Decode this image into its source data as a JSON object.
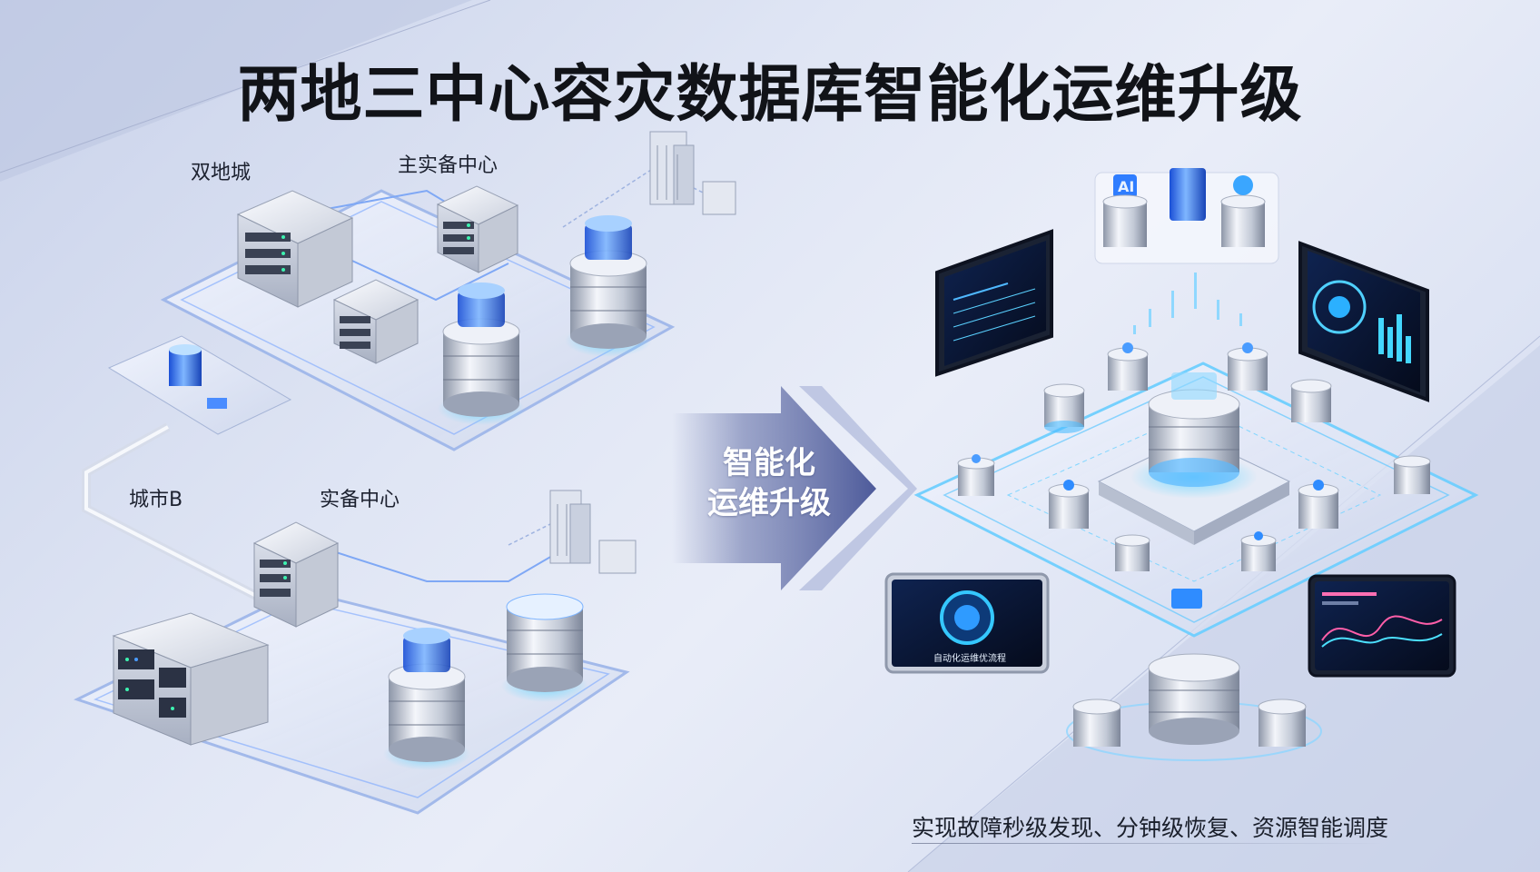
{
  "title": "两地三中心容灾数据库智能化运维升级",
  "left": {
    "city_a_label": "双地城",
    "main_center_label": "主实备中心",
    "city_b_label": "城市B",
    "backup_center_label": "实备中心"
  },
  "arrow": {
    "line1": "智能化",
    "line2": "运维升级"
  },
  "right": {
    "ai_badge": "AI",
    "tablet_label": "自动化运维优流程",
    "colors": {
      "accent": "#2f8cff",
      "screen_bg": "#0b1530",
      "glow": "#5fd3ff"
    }
  },
  "caption": "实现故障秒级发现、分钟级恢复、资源智能调度"
}
